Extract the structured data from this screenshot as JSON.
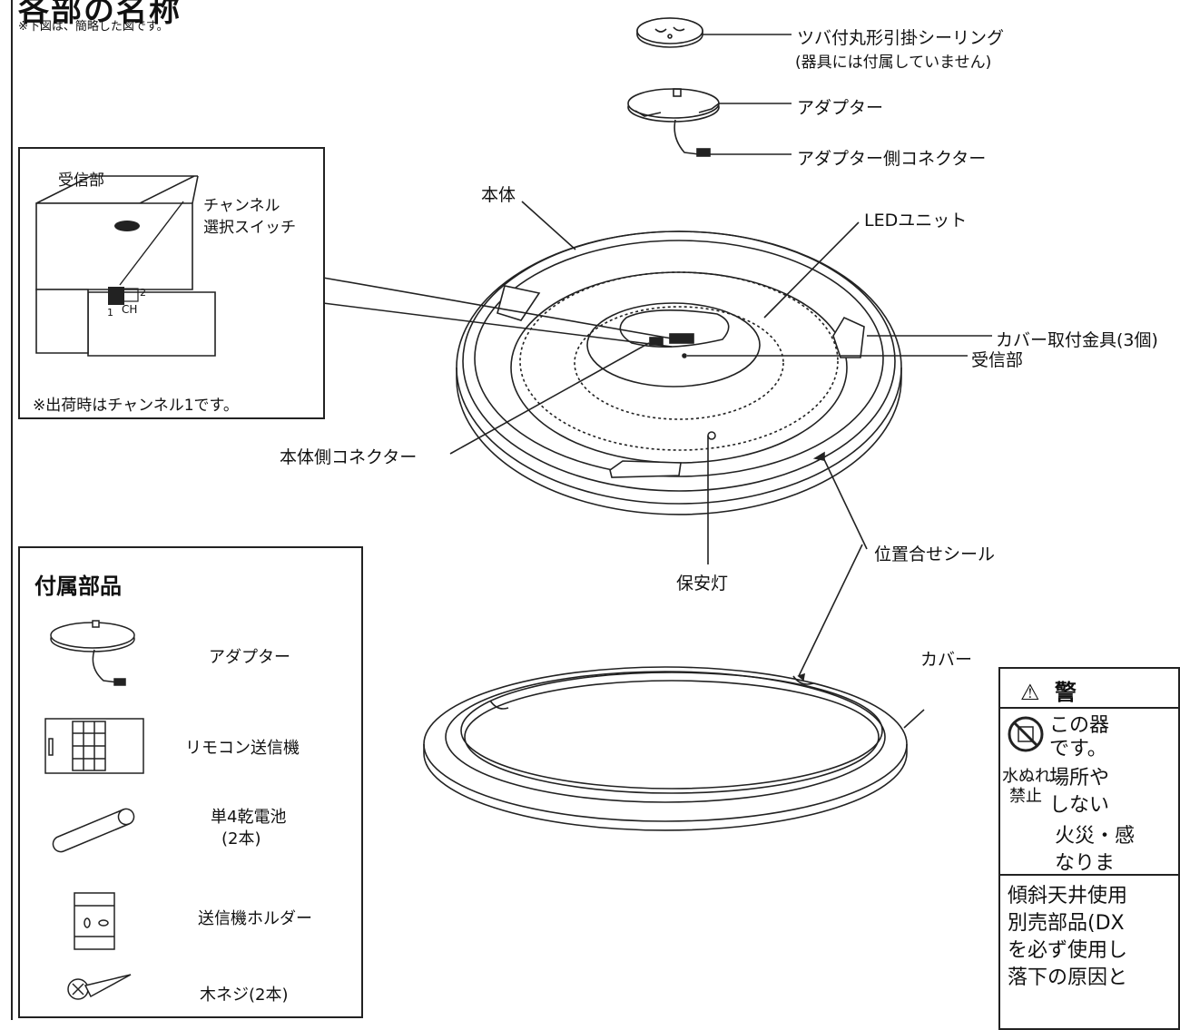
{
  "header": {
    "title": "各部の名称",
    "note": "※下図は、簡略した図です。"
  },
  "parts": {
    "ceiling": "ツバ付丸形引掛シーリング",
    "ceiling_note": "(器具には付属していません)",
    "adapter": "アダプター",
    "adapter_connector": "アダプター側コネクター",
    "body": "本体",
    "led_unit": "LEDユニット",
    "cover_bracket": "カバー取付金具(3個)",
    "receiver": "受信部",
    "body_connector": "本体側コネクター",
    "position_seal": "位置合せシール",
    "night_light": "保安灯",
    "cover": "カバー"
  },
  "inset": {
    "receiver": "受信部",
    "switch_line1": "チャンネル",
    "switch_line2": "選択スイッチ",
    "ch": "CH",
    "ch1": "1",
    "ch2": "2",
    "shipping_note": "※出荷時はチャンネル1です。"
  },
  "accessories": {
    "title": "付属部品",
    "items": [
      {
        "label": "アダプター",
        "icon": "adapter-icon"
      },
      {
        "label": "リモコン送信機",
        "icon": "remote-icon"
      },
      {
        "label": "単4乾電池",
        "sub": "(2本)",
        "icon": "battery-icon"
      },
      {
        "label": "送信機ホルダー",
        "icon": "holder-icon"
      },
      {
        "label": "木ネジ(2本)",
        "icon": "screw-icon"
      }
    ]
  },
  "warning": {
    "heading": "警",
    "lines": [
      "この器",
      "です。",
      "場所や",
      "しない",
      "火災・感",
      "なりま"
    ],
    "side_label1": "水ぬれ",
    "side_label2": "禁止",
    "slope_lines": [
      "傾斜天井使用",
      "別売部品(DX",
      "を必ず使用し",
      "落下の原因と"
    ]
  }
}
